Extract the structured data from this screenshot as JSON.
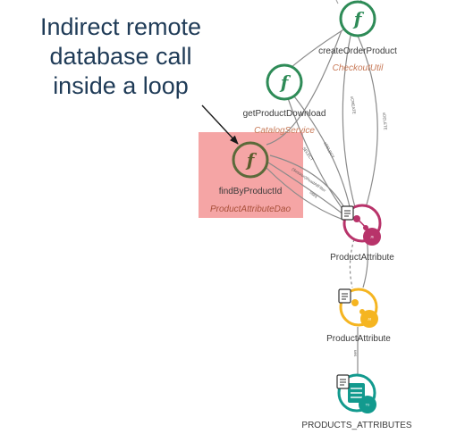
{
  "callout": {
    "text": "Indirect remote\ndatabase call\ninside a loop"
  },
  "colors": {
    "function_green": "#2e8b57",
    "highlight": "#f08080",
    "entity_magenta": "#b8336a",
    "class_yellow": "#f5b521",
    "table_teal": "#129a8e",
    "edge": "#8a8a8a",
    "callout_text": "#1f3b57"
  },
  "nodes": {
    "create_order_product": {
      "label": "createOrderProduct",
      "sublabel": "CheckoutUtil",
      "icon": "function-icon",
      "glyph": "f"
    },
    "get_product_download": {
      "label": "getProductDownload",
      "sublabel": "CatalogService",
      "icon": "function-icon",
      "glyph": "f"
    },
    "find_by_product_id": {
      "label": "findByProductId",
      "sublabel": "ProductAttributeDao",
      "icon": "function-icon",
      "glyph": "f",
      "highlighted": true
    },
    "product_attribute_entity": {
      "label": "ProductAttribute",
      "icon": "entity-icon",
      "badge": "Jb",
      "badge_color": "#b8336a"
    },
    "product_attribute_class": {
      "label": "ProductAttribute",
      "icon": "class-icon",
      "badge": "Jd",
      "badge_color": "#f5b521"
    },
    "products_attributes_table": {
      "label": "PRODUCTS_ATTRIBUTES",
      "icon": "table-icon",
      "badge": "Tb",
      "badge_color": "#129a8e"
    }
  },
  "edge_labels": {
    "e1": "sCREATE",
    "e2": "sDELETE",
    "e3": "sSELECT",
    "e4": "SELECT",
    "e5": "(Session)ReadAllFilter",
    "e6": "uses",
    "e7": "ues"
  }
}
